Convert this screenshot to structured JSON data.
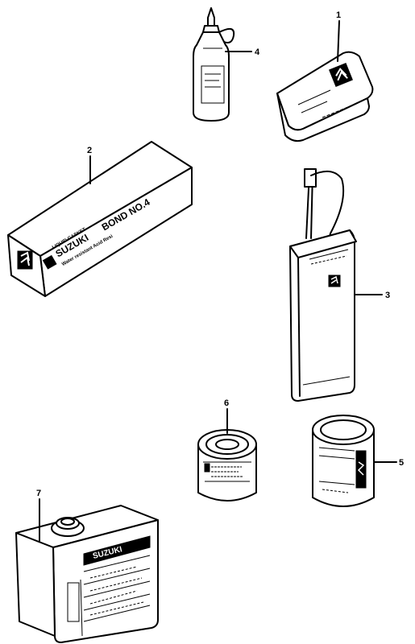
{
  "callouts": {
    "item1": "1",
    "item2": "2",
    "item3": "3",
    "item4": "4",
    "item5": "5",
    "item6": "6",
    "item7": "7"
  },
  "bond_box": {
    "label_top": "LIQUID GASKET",
    "brand": "SUZUKI",
    "product": "BOND NO.4",
    "label_bottom": "Water resistant Acid Resi"
  },
  "oil_can": {
    "brand": "SUZUKI"
  },
  "icons": [
    "suzuki-s-logo-icon"
  ]
}
